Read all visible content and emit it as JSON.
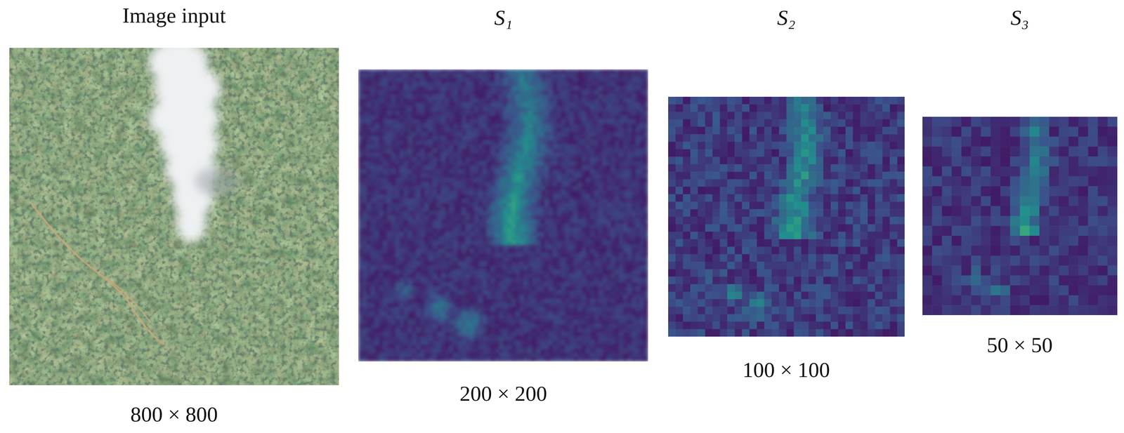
{
  "diagram": {
    "labels": [
      "Image input",
      "S₁",
      "S₂",
      "S₃",
      "800 × 800",
      "200 × 200",
      "100 × 100",
      "50 × 50"
    ]
  }
}
